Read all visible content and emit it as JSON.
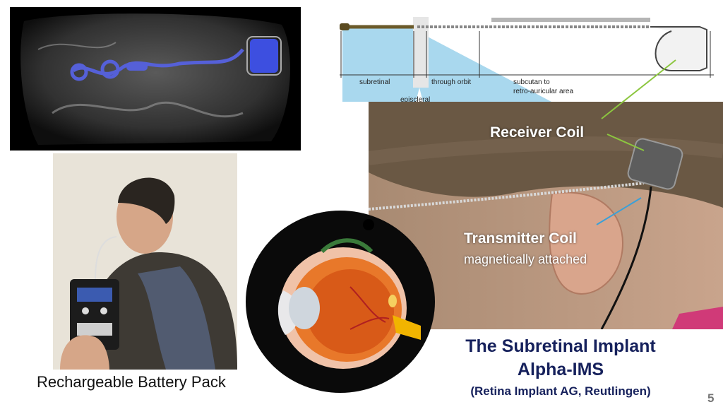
{
  "labels": {
    "receiver_coil": "Receiver Coil",
    "transmitter_coil": "Transmitter Coil",
    "transmitter_sub": "magnetically attached",
    "battery_pack": "Rechargeable Battery Pack"
  },
  "title": {
    "line1": "The Subretinal Implant",
    "line2": "Alpha-IMS",
    "line3": "(Retina Implant AG, Reutlingen)"
  },
  "diagram": {
    "subretinal": "subretinal",
    "episcleral": "episcleral",
    "through_orbit": "through orbit",
    "subcutan_1": "subcutan to",
    "subcutan_2": "retro-auricular area"
  },
  "page_number": "5",
  "colors": {
    "title": "#16215c",
    "pointer_green": "#8cc63f",
    "pointer_blue": "#3aa0d8",
    "diagram_blue": "#a9d8ee"
  }
}
